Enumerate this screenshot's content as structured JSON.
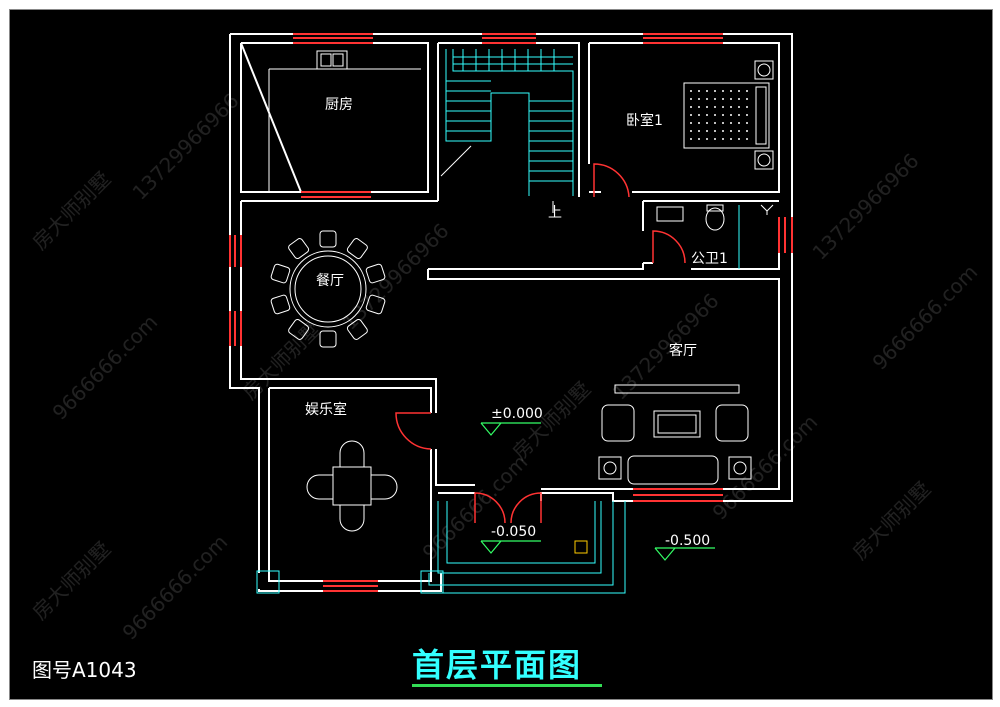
{
  "rooms": {
    "kitchen": "厨房",
    "bedroom": "卧室1",
    "bathroom": "公卫1",
    "dining": "餐厅",
    "living": "客厅",
    "entertainment": "娱乐室"
  },
  "stair_mark": "上",
  "elevations": {
    "main": "±0.000",
    "porch": "-0.050",
    "outside": "-0.500"
  },
  "watermark": {
    "text_a": "房大师别墅",
    "text_b": "9666666.com",
    "text_c": "13729966966"
  },
  "footer": {
    "drawing_number": "图号A1043",
    "title": "首层平面图"
  },
  "colors": {
    "wall": "#ffffff",
    "window": "#ff3333",
    "door": "#ff3333",
    "annotation": "#33ff66",
    "stair": "#33ffff",
    "title": "#33ffff"
  }
}
